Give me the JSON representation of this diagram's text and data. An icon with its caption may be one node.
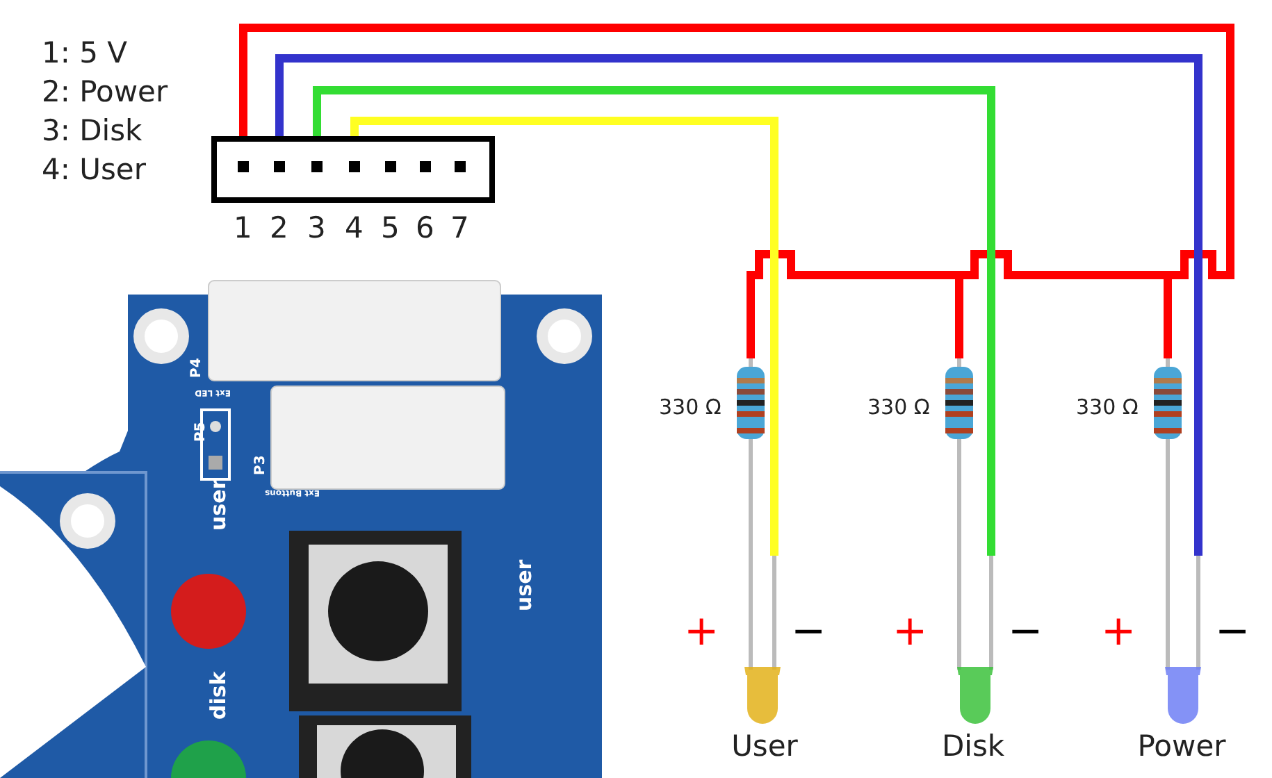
{
  "diagram": {
    "nodes": [
      {
        "text": [],
        "shape": "box",
        "beside": [
          "1",
          "2",
          "3",
          "4",
          "5",
          "6",
          "7"
        ]
      },
      {
        "text": [],
        "shape": "picture",
        "beside": [
          "330 Ω"
        ]
      },
      {
        "text": [],
        "shape": "picture",
        "beside": [
          "330 Ω"
        ]
      },
      {
        "text": [],
        "shape": "picture",
        "beside": [
          "330 Ω"
        ]
      },
      {
        "text": [
          "User"
        ],
        "beside": [
          "+",
          "−"
        ]
      },
      {
        "text": [
          "Disk"
        ],
        "beside": [
          "+",
          "−"
        ]
      },
      {
        "text": [
          "Power"
        ],
        "beside": [
          "+",
          "−"
        ]
      }
    ],
    "edges": [
      {
        "from": 0,
        "to": 3,
        "arrow": "none",
        "color": "#ff0000"
      },
      {
        "from": 0,
        "to": 2,
        "arrow": "none",
        "color": "#ff0000"
      },
      {
        "from": 0,
        "to": 1,
        "arrow": "none",
        "color": "#ff0000"
      },
      {
        "from": 0,
        "to": 6,
        "arrow": "none",
        "color": "#3333cc"
      },
      {
        "from": 0,
        "to": 5,
        "arrow": "none",
        "color": "#33dd33"
      },
      {
        "from": 0,
        "to": 4,
        "arrow": "none",
        "color": "#ffff22"
      },
      {
        "from": 1,
        "to": 4,
        "arrow": "none",
        "color": "#bbbbbb"
      },
      {
        "from": 2,
        "to": 5,
        "arrow": "none",
        "color": "#bbbbbb"
      },
      {
        "from": 3,
        "to": 6,
        "arrow": "none",
        "color": "#bbbbbb"
      }
    ],
    "labels": [
      "1: 5 V",
      "2: Power",
      "3: Disk",
      "4: User",
      "P4",
      "Ext LED",
      "P5",
      "P3",
      "Ext Buttons",
      "user",
      "user",
      "disk"
    ]
  }
}
